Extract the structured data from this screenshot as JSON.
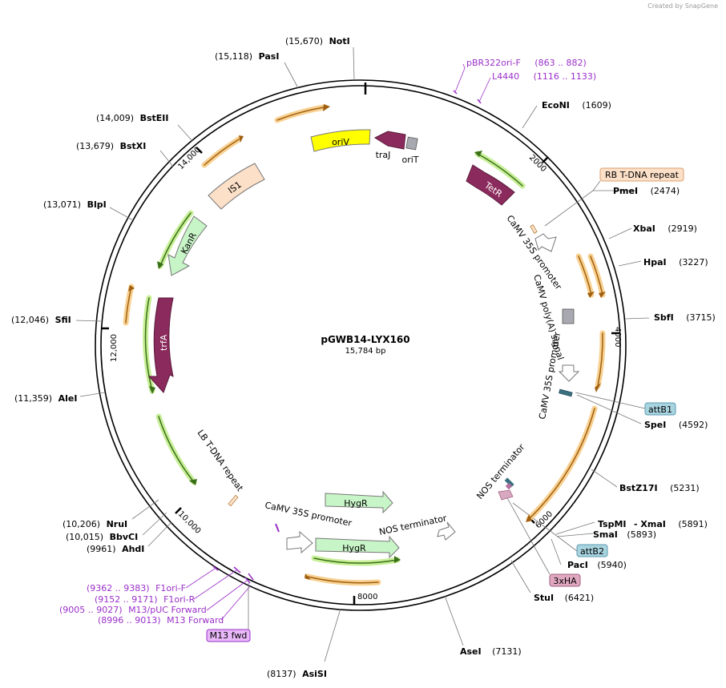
{
  "credit": "Created by SnapGene",
  "plasmid": {
    "name": "pGWB14-LYX160",
    "size": "15,784 bp"
  },
  "colors": {
    "primer": "#9b30c9",
    "orange_arrow": "#f5a623",
    "green_arrow": "#7ec850",
    "purple_feature": "#8b2a5c",
    "yellow_feature": "#ffff00",
    "light_green": "#c8f5c8",
    "peach": "#fde0c8",
    "attb_blue": "#a8d4e0"
  },
  "ticks": [
    "2000",
    "4000",
    "6000",
    "8000",
    "10,000",
    "12,000",
    "14,000"
  ],
  "sites": {
    "noti": {
      "pos": "(15,670)",
      "name": "NotI"
    },
    "pasi": {
      "pos": "(15,118)",
      "name": "PasI"
    },
    "bsteii": {
      "pos": "(14,009)",
      "name": "BstEII"
    },
    "bstxi": {
      "pos": "(13,679)",
      "name": "BstXI"
    },
    "blpi": {
      "pos": "(13,071)",
      "name": "BlpI"
    },
    "sfii": {
      "pos": "(12,046)",
      "name": "SfiI"
    },
    "alei": {
      "pos": "(11,359)",
      "name": "AleI"
    },
    "nrui": {
      "pos": "(10,206)",
      "name": "NruI"
    },
    "bbvci": {
      "pos": "(10,015)",
      "name": "BbvCI"
    },
    "ahdi": {
      "pos": "(9961)",
      "name": "AhdI"
    },
    "asisi": {
      "pos": "(8137)",
      "name": "AsiSI"
    },
    "asei": {
      "pos": "(7131)",
      "name": "AseI"
    },
    "stui": {
      "pos": "(6421)",
      "name": "StuI"
    },
    "paci": {
      "pos": "(5940)",
      "name": "PacI"
    },
    "smai": {
      "name": "SmaI",
      "pos": "(5893)"
    },
    "tspmi": {
      "name": "TspMI",
      "sep": "- XmaI",
      "pos": "(5891)"
    },
    "bstz17i": {
      "name": "BstZ17I",
      "pos": "(5231)"
    },
    "spei": {
      "name": "SpeI",
      "pos": "(4592)"
    },
    "sbfi": {
      "name": "SbfI",
      "pos": "(3715)"
    },
    "hpai": {
      "name": "HpaI",
      "pos": "(3227)"
    },
    "xbai": {
      "name": "XbaI",
      "pos": "(2919)"
    },
    "pmei": {
      "name": "PmeI",
      "pos": "(2474)"
    },
    "econi": {
      "name": "EcoNI",
      "pos": "(1609)"
    }
  },
  "primers": {
    "pbr322": {
      "name": "pBR322ori-F",
      "range": "(863 .. 882)"
    },
    "l4440": {
      "name": "L4440",
      "range": "(1116 .. 1133)"
    },
    "f1orif": {
      "range": "(9362 .. 9383)",
      "name": "F1ori-F"
    },
    "f1orir": {
      "range": "(9152 .. 9171)",
      "name": "F1ori-R"
    },
    "m13puc": {
      "range": "(9005 .. 9027)",
      "name": "M13/pUC Forward"
    },
    "m13fwd": {
      "range": "(8996 .. 9013)",
      "name": "M13 Forward"
    }
  },
  "boxed_labels": {
    "rb_tdna": "RB T-DNA repeat",
    "attb1": "attB1",
    "attb2": "attB2",
    "ha3x": "3xHA",
    "m13fwd": "M13 fwd"
  },
  "features": {
    "oriv": "oriV",
    "traj": "traJ",
    "orit": "oriT",
    "tetr": "TetR",
    "is1": "IS1",
    "kanr": "KanR",
    "trfa": "trfA",
    "hygr1": "HygR",
    "hygr2": "HygR",
    "camv35s_promoter_top": "CaMV 35S promoter",
    "camv_polya": "CaMV poly(A) signal",
    "camv35s_promoter_right": "CaMV 35S promoter",
    "nos_terminator_right": "NOS terminator",
    "lb_tdna": "LB T-DNA repeat",
    "camv35s_promoter_bottom": "CaMV 35S promoter",
    "nos_terminator_bottom": "NOS terminator"
  }
}
